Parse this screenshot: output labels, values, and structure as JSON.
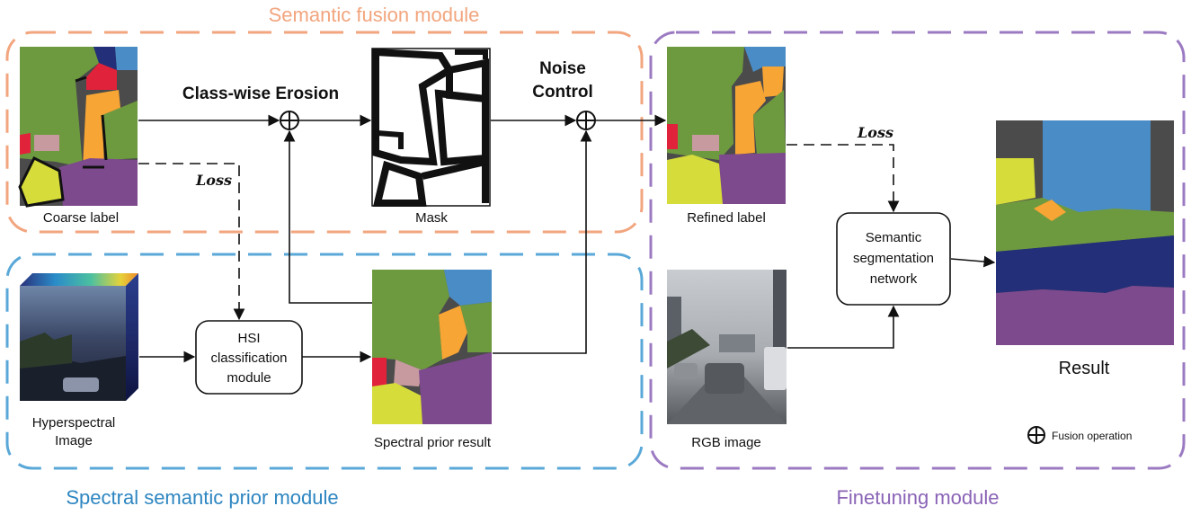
{
  "colors": {
    "fusion_module": "#f2a57e",
    "prior_module": "#5aa8d8",
    "finetune_module": "#9b7ac2",
    "green": "#6e9a3f",
    "orange": "#f7a534",
    "purple": "#7e4a8e",
    "yellow": "#d6dc3a",
    "blue": "#4a8cc6",
    "navy": "#232f78",
    "gray": "#4b4b4b",
    "pink": "#c79aa0",
    "red": "#e0223b"
  },
  "modules": {
    "fusion_title": "Semantic fusion module",
    "prior_title": "Spectral semantic prior module",
    "finetune_title": "Finetuning module"
  },
  "labels": {
    "coarse": "Coarse label",
    "mask": "Mask",
    "refined": "Refined label",
    "hyperspectral_line1": "Hyperspectral",
    "hyperspectral_line2": "Image",
    "spectral_prior": "Spectral prior result",
    "rgb": "RGB image",
    "result": "Result",
    "fusion_legend": "Fusion operation"
  },
  "edges": {
    "erosion": "Class-wise Erosion",
    "noise_line1": "Noise",
    "noise_line2": "Control",
    "loss1": "Loss",
    "loss2": "Loss"
  },
  "boxes": {
    "hsi_line1": "HSI",
    "hsi_line2": "classification",
    "hsi_line3": "module",
    "seg_line1": "Semantic",
    "seg_line2": "segmentation",
    "seg_line3": "network"
  }
}
